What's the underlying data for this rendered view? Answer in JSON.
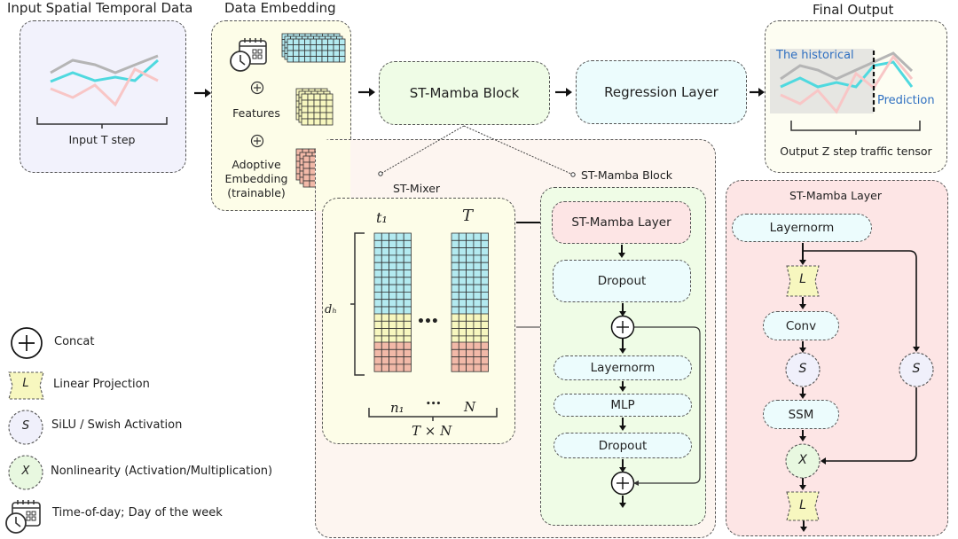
{
  "titles": {
    "input": "Input Spatial Temporal Data",
    "embedding": "Data Embedding",
    "output": "Final Output"
  },
  "input_panel": {
    "caption": "Input T step"
  },
  "embedding_panel": {
    "features_label": "Features",
    "adaptive_label_line1": "Adoptive",
    "adaptive_label_line2": "Embedding",
    "adaptive_label_line3": "(trainable)"
  },
  "pipeline": {
    "block_label": "ST-Mamba Block",
    "regression_label": "Regression Layer"
  },
  "output_panel": {
    "historical_label": "The historical",
    "prediction_label": "Prediction",
    "caption": "Output Z step traffic tensor"
  },
  "mixer": {
    "title": "ST-Mixer",
    "t1": "t₁",
    "T": "T",
    "dh": "dₕ",
    "ellipsis": "•••",
    "n1": "n₁",
    "dots": "•••",
    "N": "N",
    "product": "T × N"
  },
  "block_detail": {
    "title": "ST-Mamba Block",
    "nodes": [
      "ST-Mamba Layer",
      "Dropout",
      "Layernorm",
      "MLP",
      "Dropout"
    ]
  },
  "layer_detail": {
    "title": "ST-Mamba Layer",
    "layernorm": "Layernorm",
    "linear_in": "L",
    "conv": "Conv",
    "silu_left": "S",
    "silu_right": "S",
    "ssm": "SSM",
    "mult": "X",
    "linear_out": "L"
  },
  "legend": [
    {
      "icon": "concat-icon",
      "text": "Concat"
    },
    {
      "icon": "linear-projection-icon",
      "symbol": "L",
      "text": "Linear Projection"
    },
    {
      "icon": "silu-icon",
      "symbol": "S",
      "text": "SiLU / Swish Activation"
    },
    {
      "icon": "nonlinearity-icon",
      "symbol": "X",
      "text": "Nonlinearity (Activation/Multiplication)"
    },
    {
      "icon": "calendar-clock-icon",
      "text": "Time-of-day; Day of the week"
    }
  ],
  "colors": {
    "input_bg": "#f2f2fc",
    "embedding_bg": "#fdfde8",
    "block_bg": "#effce6",
    "regression_bg": "#ecfcfd",
    "output_bg": "#fdfdf2",
    "outer_bg": "#fdf5f0",
    "layer_bg": "#fde5e5",
    "cyan_cell": "#b3eaf0",
    "yellow_cell": "#f7f7bf",
    "pink_cell": "#f2b9a8",
    "series_gray": "#b5b5b5",
    "series_cyan": "#4fd9df",
    "series_pink": "#f8c6c6",
    "accent_blue": "#2e6fc1"
  }
}
